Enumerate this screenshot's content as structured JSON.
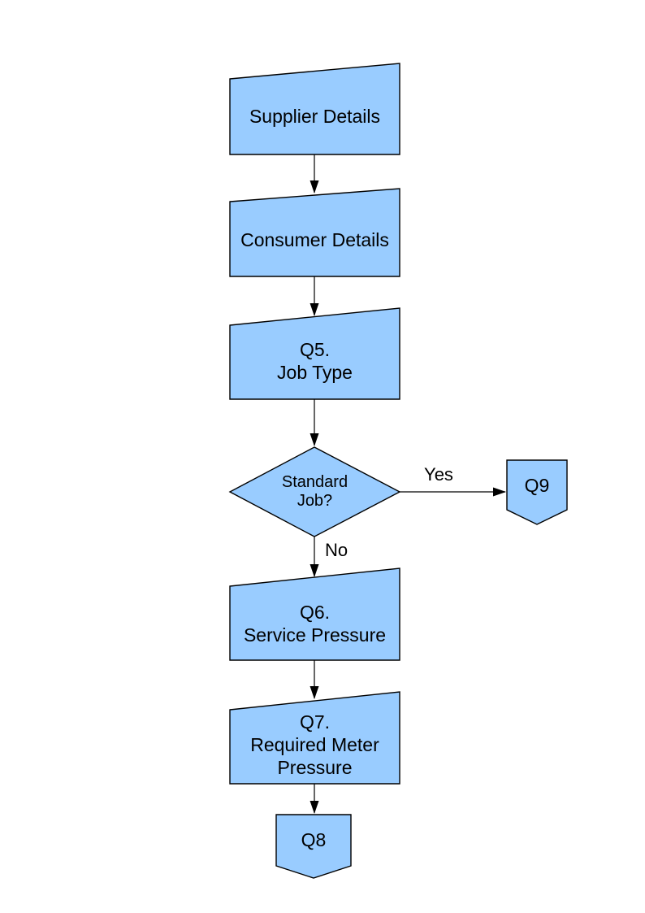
{
  "colors": {
    "node_fill": "#99CCFF",
    "node_border": "#000000",
    "connector": "#000000",
    "page_background": "#FFFFFF"
  },
  "flowchart": {
    "nodes": [
      {
        "id": "supplier-details",
        "shape": "manual-input",
        "label": "Supplier Details"
      },
      {
        "id": "consumer-details",
        "shape": "manual-input",
        "label": "Consumer Details"
      },
      {
        "id": "q5-job-type",
        "shape": "manual-input",
        "label": "Q5.\nJob Type"
      },
      {
        "id": "standard-job-decision",
        "shape": "decision",
        "label": "Standard\nJob?"
      },
      {
        "id": "q9-connector",
        "shape": "off-page-connector",
        "label": "Q9"
      },
      {
        "id": "q6-service-pressure",
        "shape": "manual-input",
        "label": "Q6.\nService Pressure"
      },
      {
        "id": "q7-required-meter-pressure",
        "shape": "manual-input",
        "label": "Q7.\nRequired Meter\nPressure"
      },
      {
        "id": "q8-connector",
        "shape": "off-page-connector",
        "label": "Q8"
      }
    ],
    "edges": [
      {
        "from": "supplier-details",
        "to": "consumer-details",
        "label": ""
      },
      {
        "from": "consumer-details",
        "to": "q5-job-type",
        "label": ""
      },
      {
        "from": "q5-job-type",
        "to": "standard-job-decision",
        "label": ""
      },
      {
        "from": "standard-job-decision",
        "to": "q9-connector",
        "label": "Yes"
      },
      {
        "from": "standard-job-decision",
        "to": "q6-service-pressure",
        "label": "No"
      },
      {
        "from": "q6-service-pressure",
        "to": "q7-required-meter-pressure",
        "label": ""
      },
      {
        "from": "q7-required-meter-pressure",
        "to": "q8-connector",
        "label": ""
      }
    ]
  }
}
